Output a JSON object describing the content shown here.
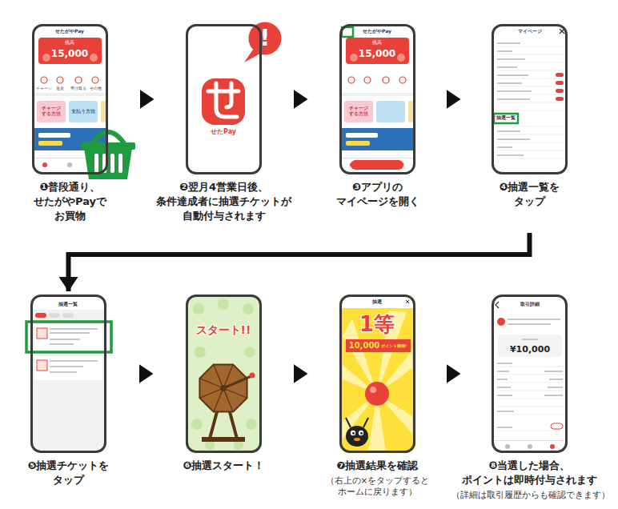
{
  "diagram": {
    "nodes": [
      {
        "text": [
          "❶普段通り、 せたがやPayで お買物"
        ]
      },
      {
        "text": [
          "❷翌月4営業日後、 条件達成者に抽選チケットが 自動付与されます"
        ]
      },
      {
        "text": [
          "❸アプリの マイページを開く"
        ]
      },
      {
        "text": [
          "❹抽選一覧を タップ"
        ]
      },
      {
        "text": [
          "❺抽選チケットを タップ"
        ]
      },
      {
        "text": [
          "❻抽選スタート！"
        ]
      },
      {
        "text": [
          "❼抽選結果を確認",
          "（右上の×をタップすると ホームに戻ります）"
        ]
      },
      {
        "text": [
          "❽当選した場合、 ポイントは即時付与されます",
          "（詳細は取引履歴からも確認できます）"
        ]
      }
    ],
    "edges": [
      {
        "from": 0,
        "to": 1,
        "arrow": "to"
      },
      {
        "from": 1,
        "to": 2,
        "arrow": "to"
      },
      {
        "from": 2,
        "to": 3,
        "arrow": "to"
      },
      {
        "from": 3,
        "to": 4,
        "arrow": "to"
      },
      {
        "from": 4,
        "to": 5,
        "arrow": "to"
      },
      {
        "from": 5,
        "to": 6,
        "arrow": "to"
      },
      {
        "from": 6,
        "to": 7,
        "arrow": "to"
      }
    ],
    "labels": [
      "せたがやPay",
      "残高",
      "15,000",
      "チャージ",
      "送金",
      "受け取る",
      "その他",
      "チャージ する方法",
      "支払う方法",
      "!",
      "せたPay",
      "せたがやPay",
      "残高",
      "15,000",
      "チャージ する方法",
      "マイページ",
      "抽選一覧",
      "抽選一覧",
      "スタート!!",
      "抽選",
      "1等",
      "10,000",
      "ポイント獲得!",
      "取引詳細",
      "¥10,000"
    ]
  }
}
